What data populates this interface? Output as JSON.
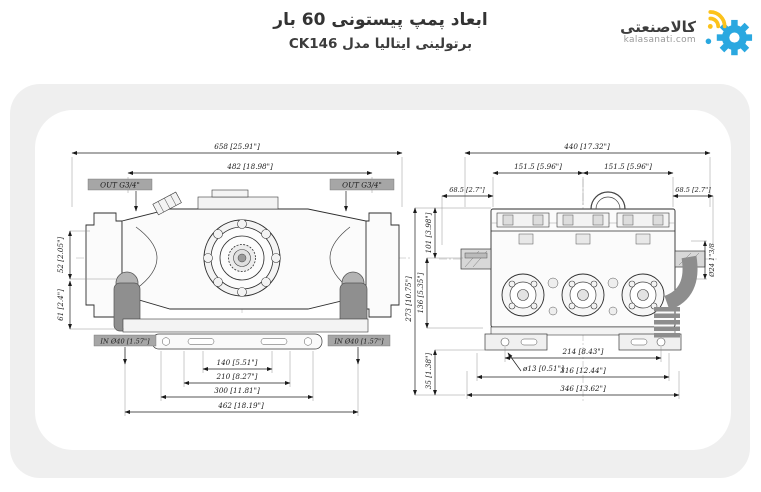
{
  "header": {
    "title": "ابعاد پمپ پیستونی 60 بار",
    "subtitle": "برتولینی ایتالیا مدل CK146"
  },
  "logo": {
    "brand": "کالاصنعتی",
    "domain": "kalasanati.com",
    "gear_color": "#2aa8e0",
    "signal_color": "#fcc21b"
  },
  "side_view": {
    "dims": {
      "overall_length": "658 [25.91\"]",
      "upper_span": "482 [18.98\"]",
      "outlet_left": "OUT G3/4\"",
      "outlet_right": "OUT G3/4\"",
      "height_upper": "52 [2.05\"]",
      "height_lower": "61 [2.4\"]",
      "inlet_left": "IN Ø40 [1.57\"]",
      "inlet_right": "IN Ø40 [1.57\"]",
      "slot_pitch": "140 [5.51\"]",
      "slot_pitch_outer": "210 [8.27\"]",
      "base_length": "300 [11.81\"]",
      "inlet_span": "462 [18.19\"]"
    }
  },
  "top_view": {
    "dims": {
      "overall_width": "440 [17.32\"]",
      "head_pitch_left": "151.5 [5.96\"]",
      "head_pitch_right": "151.5 [5.96\"]",
      "shaft_left": "68.5 [2.7\"]",
      "shaft_right": "68.5 [2.7\"]",
      "total_height": "273 [10.75\"]",
      "upper_height": "101 [3.98\"]",
      "lower_height": "136 [5.35\"]",
      "foot_height": "35 [1.38\"]",
      "shaft_spec": "Ø24 1\"3/8",
      "foot_pitch": "214 [8.43\"]",
      "hole_dia": "ø13 [0.51\"]",
      "foot_span": "316 [12.44\"]",
      "base_width": "346 [13.62\"]"
    }
  }
}
